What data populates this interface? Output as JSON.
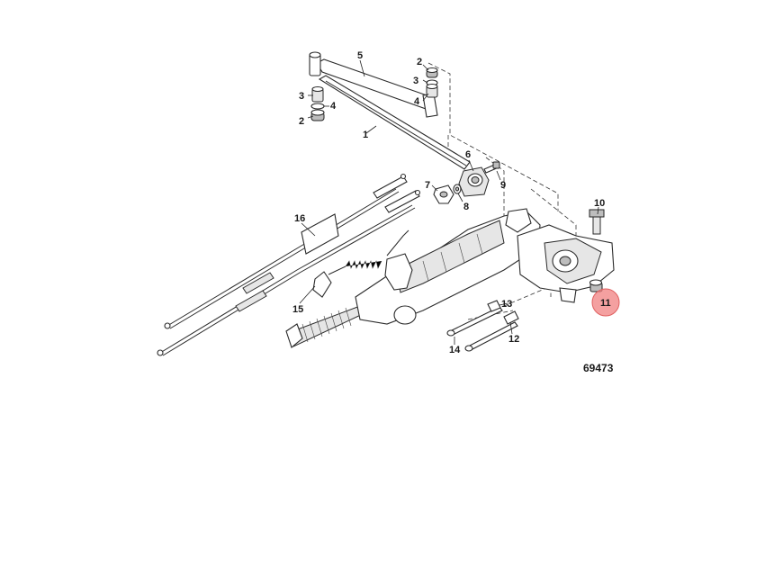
{
  "figure_number": "69473",
  "highlight_color": "#f08080",
  "callouts": {
    "c1": "1",
    "c2a": "2",
    "c2b": "2",
    "c3a": "3",
    "c3b": "3",
    "c4a": "4",
    "c4b": "4",
    "c5": "5",
    "c6": "6",
    "c7": "7",
    "c8": "8",
    "c9": "9",
    "c10": "10",
    "c11": "11",
    "c12": "12",
    "c13": "13",
    "c14": "14",
    "c15": "15",
    "c16": "16"
  }
}
